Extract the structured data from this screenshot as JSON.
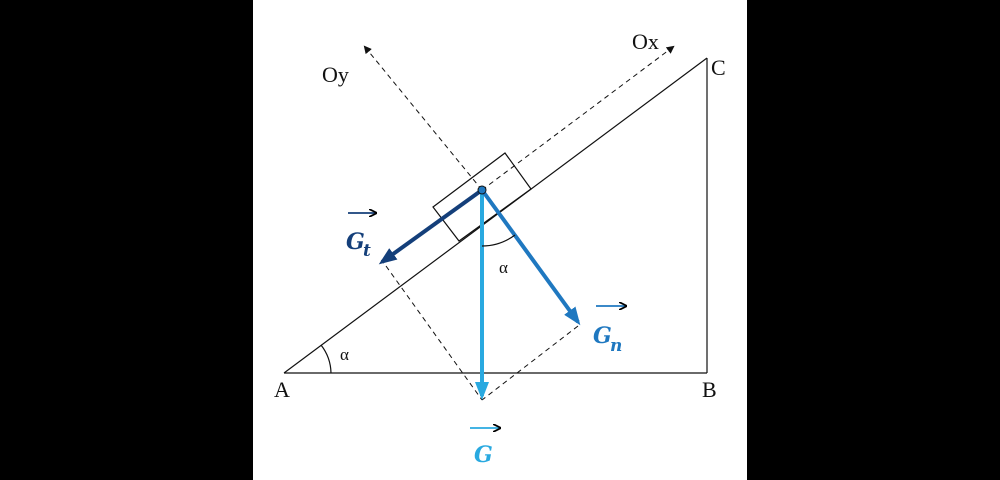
{
  "points": {
    "A": "A",
    "B": "B",
    "C": "C"
  },
  "axes": {
    "x": "Ox",
    "y": "Oy"
  },
  "angle_label": "α",
  "vectors": {
    "G": {
      "symbol": "G",
      "subscript": "",
      "color": "#29a9e0"
    },
    "Gt": {
      "symbol": "G",
      "subscript": "t",
      "color": "#143f7a"
    },
    "Gn": {
      "symbol": "G",
      "subscript": "n",
      "color": "#1f78c0"
    }
  },
  "colors": {
    "background": "#000000",
    "canvas": "#ffffff",
    "lines": "#111111"
  }
}
